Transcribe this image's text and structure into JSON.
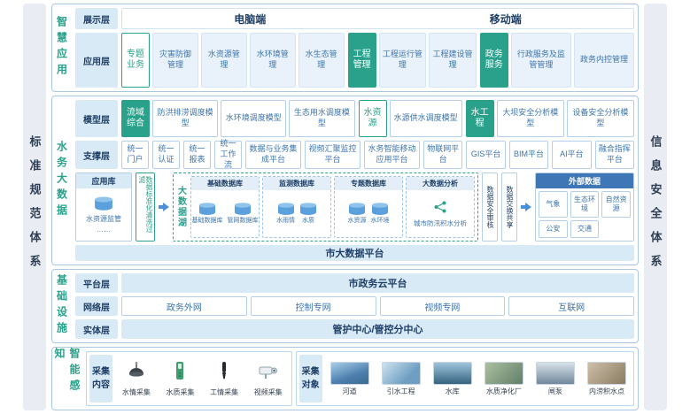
{
  "colors": {
    "teal_accent": "#2aa18b",
    "blue_text": "#3c74ae",
    "navy_text": "#1f3f66",
    "layer_tag_bg": "#d9eaf7",
    "item_bg": "#e9f2fb",
    "external_header_bg": "#3f76b6",
    "section_border": "#a9c7e5"
  },
  "pillars": {
    "left": "标准规范体系",
    "right": "信息安全体系"
  },
  "app": {
    "title": "智慧应用",
    "display": {
      "label": "展示层",
      "pc": "电脑端",
      "mobile": "移动端"
    },
    "layer_label": "应用层",
    "groups": [
      {
        "head": "专题业务",
        "items": [
          "灾害防御管理",
          "水资源管理",
          "水环境管理",
          "水生态管理"
        ]
      },
      {
        "head": "工程管理",
        "items": [
          "工程运行管理",
          "工程建设管理"
        ]
      },
      {
        "head": "政务服务",
        "items": [
          "行政服务及监管管理",
          "政务内控管理"
        ]
      }
    ]
  },
  "bigdata": {
    "title": "水务大数据",
    "model": {
      "label": "模型层",
      "groups": [
        {
          "head": "流域综合",
          "items": [
            "防洪排涝调度模型",
            "水环境调度模型",
            "生态用水调度模型"
          ]
        },
        {
          "head": "水资源",
          "items": [
            "水源供水调度模型"
          ]
        },
        {
          "head": "水工程",
          "items": [
            "大坝安全分析模型",
            "设备安全分析模型"
          ]
        }
      ]
    },
    "support": {
      "label": "支撑层",
      "small": [
        "统一门户",
        "统一认证",
        "统一报表",
        "统一工作流"
      ],
      "mid": [
        "数据与业务集成平台",
        "视频汇聚监控平台",
        "水务智能移动应用平台"
      ],
      "plat": [
        "物联网平台",
        "GIS平台",
        "BIM平台",
        "AI平台",
        "融合指挥平台"
      ]
    },
    "dataflow": {
      "applib": {
        "head": "应用库",
        "item": "水资源监管",
        "more": "……"
      },
      "filter": "数据标准化清洗过滤",
      "lake": {
        "label": "大数据湖",
        "boxes": [
          {
            "head": "基础数据库",
            "cylinders": [
              "基础数据库",
              "管网数据库"
            ]
          },
          {
            "head": "监测数据库",
            "cylinders": [
              "水雨情",
              "水质"
            ]
          },
          {
            "head": "专题数据库",
            "cylinders": [
              "水资源",
              "水环境"
            ]
          },
          {
            "head": "大数据分析",
            "item": "城市防汛积水分析"
          }
        ]
      },
      "audit": "数据安全审核",
      "share": "数据交换共享",
      "external": {
        "head": "外部数据",
        "items": [
          "气象",
          "生态环境",
          "自然资源",
          "公安",
          "交通"
        ]
      }
    },
    "platform_bar": "市大数据平台"
  },
  "infra": {
    "title": "基础设施",
    "platform": {
      "label": "平台层",
      "bar": "市政务云平台"
    },
    "network": {
      "label": "网络层",
      "items": [
        "政务外网",
        "控制专网",
        "视频专网",
        "互联网"
      ]
    },
    "entity": {
      "label": "实体层",
      "bar": "管护中心/管控分中心"
    }
  },
  "sensing": {
    "title": "智能感知",
    "content": {
      "label": "采集内容",
      "items": [
        {
          "icon": "water-level-sensor-icon",
          "label": "水情采集"
        },
        {
          "icon": "water-quality-sensor-icon",
          "label": "水质采集"
        },
        {
          "icon": "engineering-sensor-icon",
          "label": "工情采集"
        },
        {
          "icon": "video-camera-icon",
          "label": "视频采集"
        }
      ]
    },
    "objects": {
      "label": "采集对象",
      "items": [
        {
          "photo": "river-photo",
          "label": "河道"
        },
        {
          "photo": "water-diversion-photo",
          "label": "引水工程"
        },
        {
          "photo": "reservoir-photo",
          "label": "水库"
        },
        {
          "photo": "purification-plant-photo",
          "label": "水质净化厂"
        },
        {
          "photo": "gate-pump-photo",
          "label": "闸泵"
        },
        {
          "photo": "waterlogging-point-photo",
          "label": "内涝积水点"
        }
      ]
    }
  }
}
